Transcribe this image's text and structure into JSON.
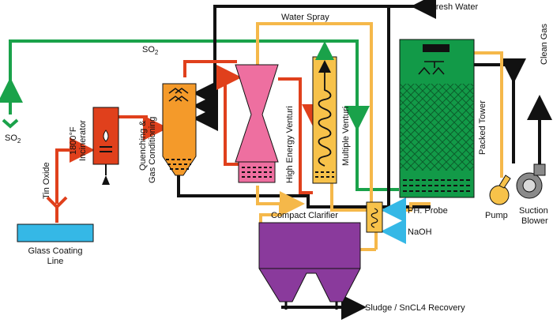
{
  "labels": {
    "fresh_water": "Fresh Water",
    "water_spray": "Water Spray",
    "so2_top": "SO",
    "so2_top_sub": "2",
    "so2_left": "SO",
    "so2_left_sub": "2",
    "clean_gas": "Clean Gas",
    "incinerator_line1": "1800°F",
    "incinerator_line2": "Incinerator",
    "quench_line1": "Quenching &",
    "quench_line2": "Gas Conditioning",
    "tin_oxide": "Tin Oxide",
    "high_energy_venturi": "High Energy Venturi",
    "multiple_venturi": "Multiple Venturi",
    "packed_tower": "Packed Tower",
    "pump": "Pump",
    "suction_blower_line1": "Suction",
    "suction_blower_line2": "Blower",
    "compact_clarifier": "Compact Clarifier",
    "ph_probe": "PH. Probe",
    "naoh": "NaOH",
    "glass_coating_line1": "Glass Coating",
    "glass_coating_line2": "Line",
    "sludge_recovery": "Sludge / SnCL4 Recovery"
  },
  "colors": {
    "so2_line": "#1aa24a",
    "gas_line": "#e0401c",
    "water_line": "#f5b84a",
    "black_line": "#111111",
    "incinerator": "#e0401c",
    "quench_tower": "#f49a2a",
    "venturi": "#ee6fa0",
    "multi_venturi": "#f7c24a",
    "packed_tower": "#129a48",
    "clarifier": "#8a3a9c",
    "glass_line": "#35b8e6",
    "arrow_blue": "#35b8e6"
  }
}
